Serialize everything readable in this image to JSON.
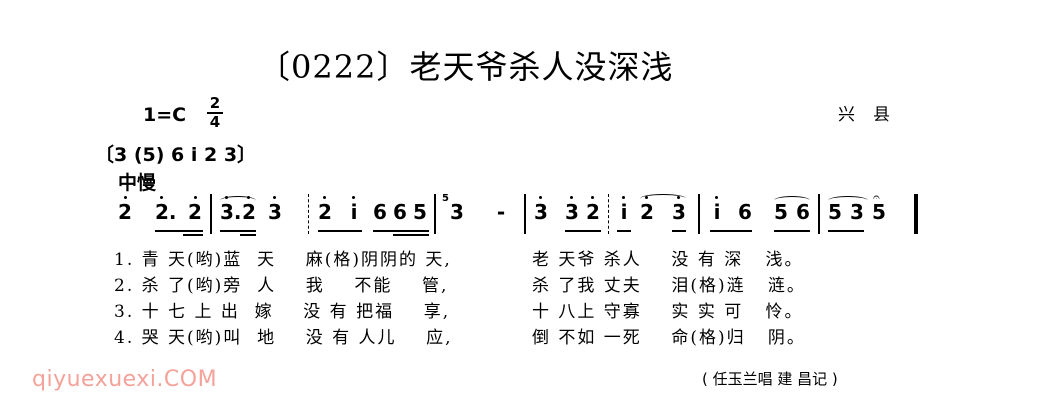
{
  "header": {
    "title": "〔0222〕老天爷杀人没深浅",
    "key_signature": "1=C",
    "time_signature": {
      "numerator": "2",
      "denominator": "4"
    },
    "region": "兴县",
    "intro": "〔3 (5) 6 i 2 3〕",
    "tempo": "中慢"
  },
  "score": {
    "notes": [
      "2",
      "2.",
      "2",
      "3.",
      "2",
      "3",
      "2",
      "i",
      "6",
      "6",
      "5",
      "3",
      "-",
      "3",
      "3",
      "2",
      "i",
      "2",
      "3",
      "i",
      "6",
      "5",
      "6",
      "5",
      "3",
      "5"
    ],
    "grace": "5",
    "fermata": "𝄐"
  },
  "lyrics": [
    {
      "num": "1.",
      "part1": "青 天(哟)蓝  天    麻(格)阴阴的 天,",
      "part2": "老 天爷 杀人    没 有 深   浅。"
    },
    {
      "num": "2.",
      "part1": "杀 了(哟)旁  人    我    不能    管,",
      "part2": "杀 了我 丈夫    泪(格)涟   涟。"
    },
    {
      "num": "3.",
      "part1": "十 七 上 出  嫁    没 有 把福    享,",
      "part2": "十 八上 守寡    实 实 可   怜。"
    },
    {
      "num": "4.",
      "part1": "哭 天(哟)叫  地    没 有 人儿    应,",
      "part2": "倒 不如 一死    命(格)归   阴。"
    }
  ],
  "credit": "( 任玉兰唱  建  昌记 )",
  "watermark": "qiyuexuexi.COM",
  "colors": {
    "watermark": "#f4a29a",
    "ink": "#000000",
    "background": "#ffffff"
  }
}
